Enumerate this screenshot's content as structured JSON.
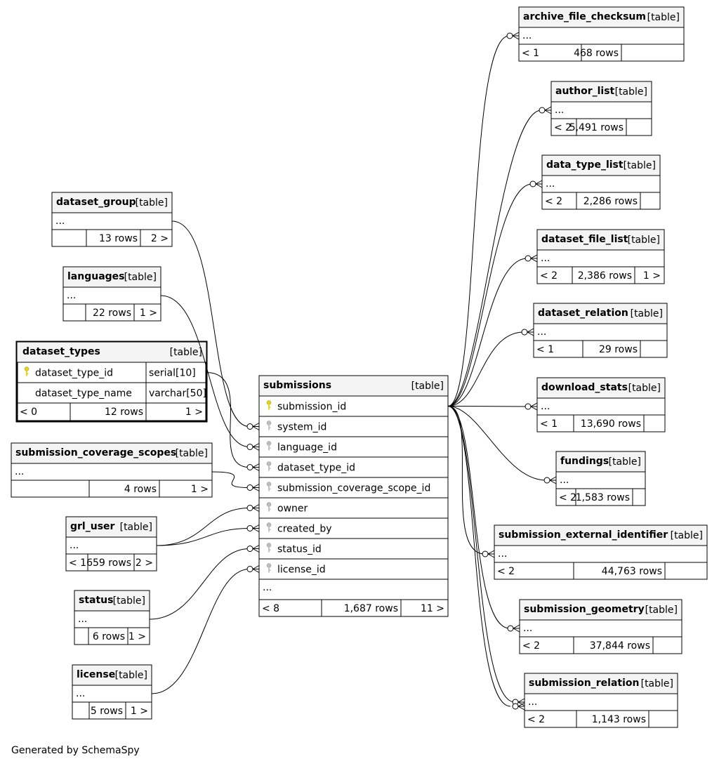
{
  "footer": "Generated by SchemaSpy",
  "tables": [
    {
      "id": "archive_file_checksum",
      "name": "archive_file_checksum",
      "kind": "[table]",
      "body": "...",
      "footer": [
        "< 1",
        "468 rows",
        ""
      ]
    },
    {
      "id": "author_list",
      "name": "author_list",
      "kind": "[table]",
      "body": "...",
      "footer": [
        "< 2",
        "5,491 rows",
        ""
      ]
    },
    {
      "id": "data_type_list",
      "name": "data_type_list",
      "kind": "[table]",
      "body": "...",
      "footer": [
        "< 2",
        "2,286 rows",
        ""
      ]
    },
    {
      "id": "dataset_file_list",
      "name": "dataset_file_list",
      "kind": "[table]",
      "body": "...",
      "footer": [
        "< 2",
        "2,386 rows",
        "1 >"
      ]
    },
    {
      "id": "dataset_relation",
      "name": "dataset_relation",
      "kind": "[table]",
      "body": "...",
      "footer": [
        "< 1",
        "29 rows",
        ""
      ]
    },
    {
      "id": "download_stats",
      "name": "download_stats",
      "kind": "[table]",
      "body": "...",
      "footer": [
        "< 1",
        "13,690 rows",
        ""
      ]
    },
    {
      "id": "fundings",
      "name": "fundings",
      "kind": "[table]",
      "body": "...",
      "footer": [
        "< 2",
        "1,583 rows",
        ""
      ]
    },
    {
      "id": "submission_external_identifier",
      "name": "submission_external_identifier",
      "kind": "[table]",
      "body": "...",
      "footer": [
        "< 2",
        "44,763 rows",
        ""
      ]
    },
    {
      "id": "submission_geometry",
      "name": "submission_geometry",
      "kind": "[table]",
      "body": "...",
      "footer": [
        "< 2",
        "37,844 rows",
        ""
      ]
    },
    {
      "id": "submission_relation",
      "name": "submission_relation",
      "kind": "[table]",
      "body": "...",
      "footer": [
        "< 2",
        "1,143 rows",
        ""
      ]
    },
    {
      "id": "dataset_group",
      "name": "dataset_group",
      "kind": "[table]",
      "body": "...",
      "footer": [
        "",
        "13 rows",
        "2 >"
      ]
    },
    {
      "id": "languages",
      "name": "languages",
      "kind": "[table]",
      "body": "...",
      "footer": [
        "",
        "22 rows",
        "1 >"
      ]
    },
    {
      "id": "dataset_types",
      "name": "dataset_types",
      "kind": "[table]",
      "footer": [
        "< 0",
        "12 rows",
        "1 >"
      ],
      "columns": [
        {
          "name": "dataset_type_id",
          "type": "serial[10]",
          "key": "primary"
        },
        {
          "name": "dataset_type_name",
          "type": "varchar[50]",
          "key": "none"
        }
      ]
    },
    {
      "id": "submission_coverage_scopes",
      "name": "submission_coverage_scopes",
      "kind": "[table]",
      "body": "...",
      "footer": [
        "",
        "4 rows",
        "1 >"
      ]
    },
    {
      "id": "grl_user",
      "name": "grl_user",
      "kind": "[table]",
      "body": "...",
      "footer": [
        "< 1",
        "659 rows",
        "2 >"
      ]
    },
    {
      "id": "status",
      "name": "status",
      "kind": "[table]",
      "body": "...",
      "footer": [
        "",
        "6 rows",
        "1 >"
      ]
    },
    {
      "id": "license",
      "name": "license",
      "kind": "[table]",
      "body": "...",
      "footer": [
        "",
        "5 rows",
        "1 >"
      ]
    },
    {
      "id": "submissions",
      "name": "submissions",
      "kind": "[table]",
      "body": "...",
      "footer": [
        "< 8",
        "1,687 rows",
        "11 >"
      ],
      "columns": [
        {
          "name": "submission_id",
          "key": "primary"
        },
        {
          "name": "system_id",
          "key": "foreign"
        },
        {
          "name": "language_id",
          "key": "foreign"
        },
        {
          "name": "dataset_type_id",
          "key": "foreign"
        },
        {
          "name": "submission_coverage_scope_id",
          "key": "foreign"
        },
        {
          "name": "owner",
          "key": "foreign"
        },
        {
          "name": "created_by",
          "key": "foreign"
        },
        {
          "name": "status_id",
          "key": "foreign"
        },
        {
          "name": "license_id",
          "key": "foreign"
        }
      ]
    }
  ],
  "relations": [
    {
      "from": "submissions.submission_id",
      "to": "archive_file_checksum"
    },
    {
      "from": "submissions.submission_id",
      "to": "author_list"
    },
    {
      "from": "submissions.submission_id",
      "to": "data_type_list"
    },
    {
      "from": "submissions.submission_id",
      "to": "dataset_file_list"
    },
    {
      "from": "submissions.submission_id",
      "to": "dataset_relation"
    },
    {
      "from": "submissions.submission_id",
      "to": "download_stats"
    },
    {
      "from": "submissions.submission_id",
      "to": "fundings"
    },
    {
      "from": "submissions.submission_id",
      "to": "submission_external_identifier"
    },
    {
      "from": "submissions.submission_id",
      "to": "submission_geometry"
    },
    {
      "from": "submissions.submission_id",
      "to": "submission_relation"
    },
    {
      "from": "submissions.submission_id",
      "to": "submission_relation"
    },
    {
      "from": "dataset_group",
      "to": "submissions.system_id"
    },
    {
      "from": "languages",
      "to": "submissions.language_id"
    },
    {
      "from": "dataset_types.dataset_type_id",
      "to": "submissions.dataset_type_id"
    },
    {
      "from": "submission_coverage_scopes",
      "to": "submissions.submission_coverage_scope_id"
    },
    {
      "from": "grl_user",
      "to": "submissions.owner"
    },
    {
      "from": "grl_user",
      "to": "submissions.created_by"
    },
    {
      "from": "status",
      "to": "submissions.status_id"
    },
    {
      "from": "license",
      "to": "submissions.license_id"
    }
  ]
}
